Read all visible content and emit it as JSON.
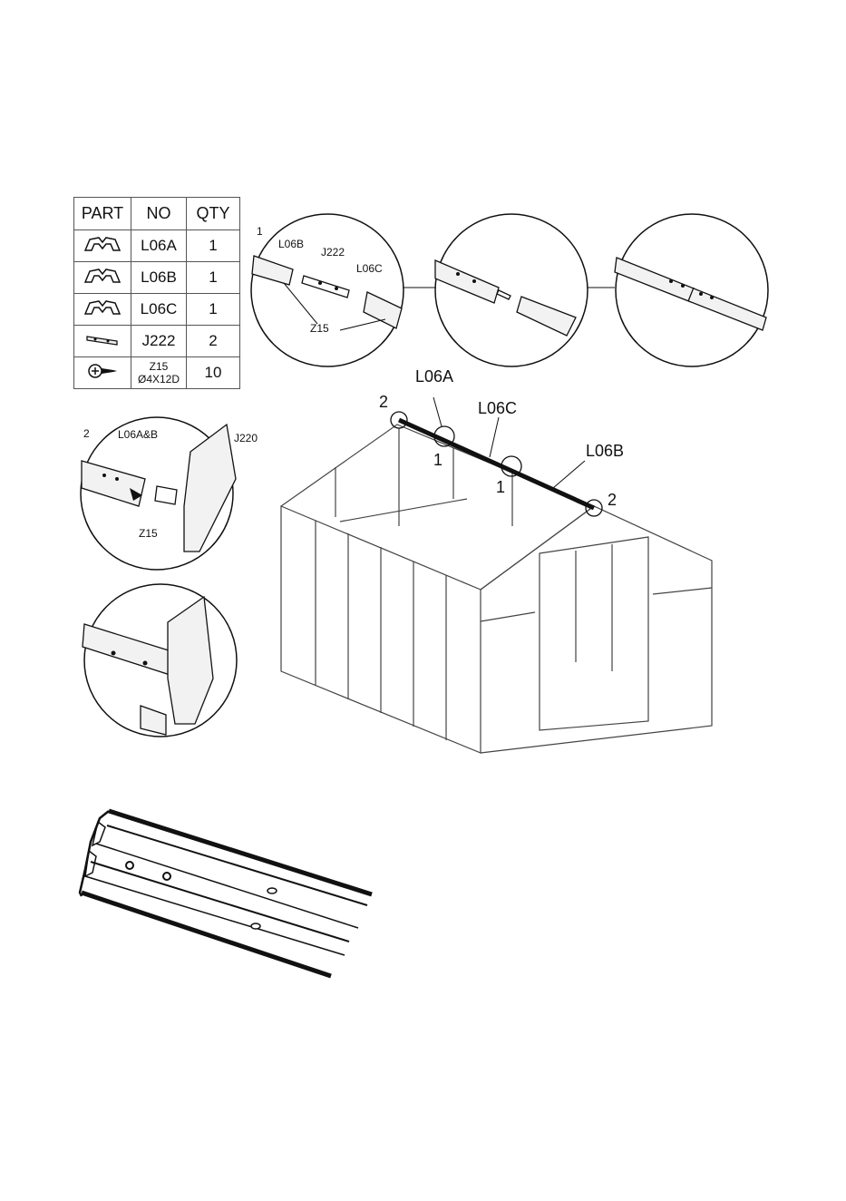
{
  "parts_table": {
    "headers": [
      "PART",
      "NO",
      "QTY"
    ],
    "rows": [
      {
        "icon": "roof-connector-icon",
        "no": "L06A",
        "qty": "1"
      },
      {
        "icon": "roof-connector-icon",
        "no": "L06B",
        "qty": "1"
      },
      {
        "icon": "roof-connector-icon",
        "no": "L06C",
        "qty": "1"
      },
      {
        "icon": "joint-bar-icon",
        "no": "J222",
        "qty": "2"
      },
      {
        "icon": "screw-icon",
        "no": "Z15",
        "no_sub": "Ø4X12D",
        "qty": "10"
      }
    ]
  },
  "step1": {
    "number": "1",
    "labels": {
      "l06b": "L06B",
      "j222": "J222",
      "l06c": "L06C",
      "z15": "Z15"
    }
  },
  "step2": {
    "number": "2",
    "labels": {
      "l06ab": "L06A&B",
      "j220": "J220",
      "z15": "Z15"
    }
  },
  "main_drawing": {
    "labels": {
      "l06a": "L06A",
      "l06c": "L06C",
      "l06b": "L06B",
      "pos2_left": "2",
      "pos2_right": "2",
      "pos1_a": "1",
      "pos1_b": "1"
    }
  }
}
